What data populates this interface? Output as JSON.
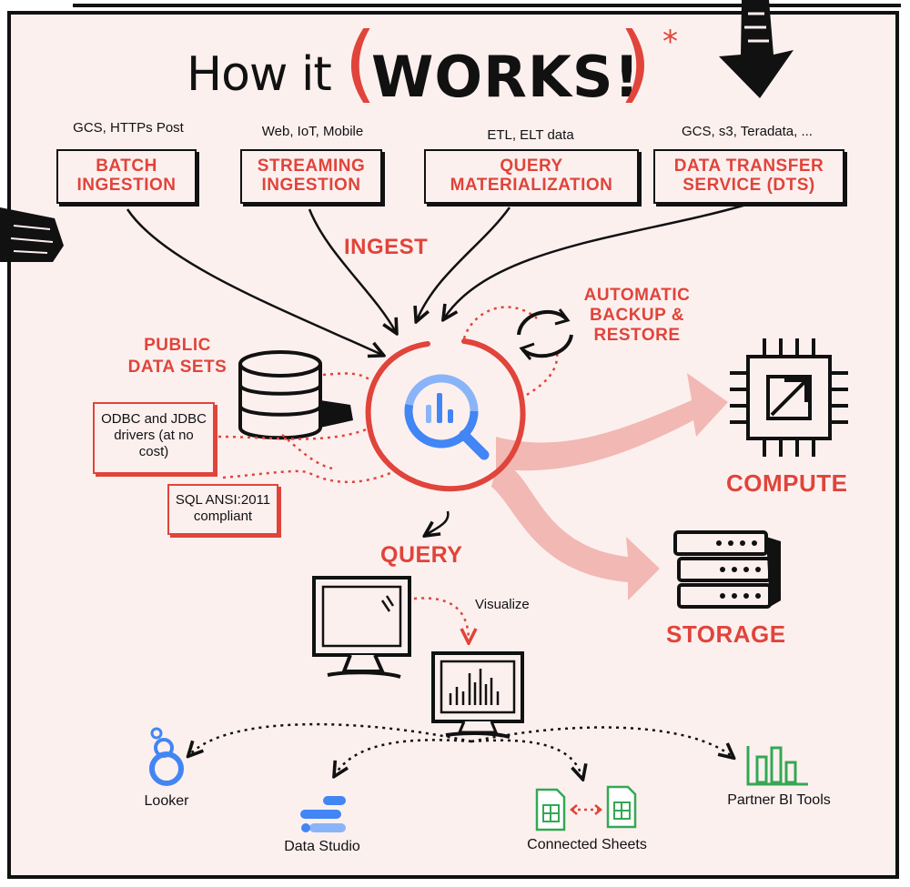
{
  "title": {
    "prefix": "How it",
    "emphasis": "WORKS!",
    "mark": "*"
  },
  "ingestion_sources": [
    {
      "source": "GCS, HTTPs Post",
      "label": "BATCH INGESTION"
    },
    {
      "source": "Web, IoT, Mobile",
      "label": "STREAMING INGESTION"
    },
    {
      "source": "ETL, ELT data",
      "label": "QUERY MATERIALIZATION"
    },
    {
      "source": "GCS, s3, Teradata, ...",
      "label": "DATA TRANSFER SERVICE (DTS)"
    }
  ],
  "ingest_label": "INGEST",
  "backup_label": "AUTOMATIC BACKUP & RESTORE",
  "public_datasets_label": "PUBLIC DATA SETS",
  "drivers_note": "ODBC and JDBC drivers (at no cost)",
  "sql_note": "SQL ANSI:2011 compliant",
  "query_label": "QUERY",
  "visualize_label": "Visualize",
  "compute_label": "COMPUTE",
  "storage_label": "STORAGE",
  "tools": [
    {
      "name": "Looker"
    },
    {
      "name": "Data Studio"
    },
    {
      "name": "Connected Sheets"
    },
    {
      "name": "Partner BI Tools"
    }
  ],
  "colors": {
    "accent_red": "#e0443a",
    "pink_background": "#fcf0ef",
    "arrow_pink": "#f2b8b3",
    "ink": "#111111",
    "bigquery_blue": "#4285f4",
    "sheets_green": "#34a853"
  },
  "icons": [
    "database-icon",
    "bigquery-icon",
    "refresh-cycle-icon",
    "cpu-chip-icon",
    "server-stack-icon",
    "monitor-icon",
    "chart-monitor-icon",
    "looker-icon",
    "data-studio-icon",
    "sheets-icon",
    "bar-chart-icon"
  ]
}
